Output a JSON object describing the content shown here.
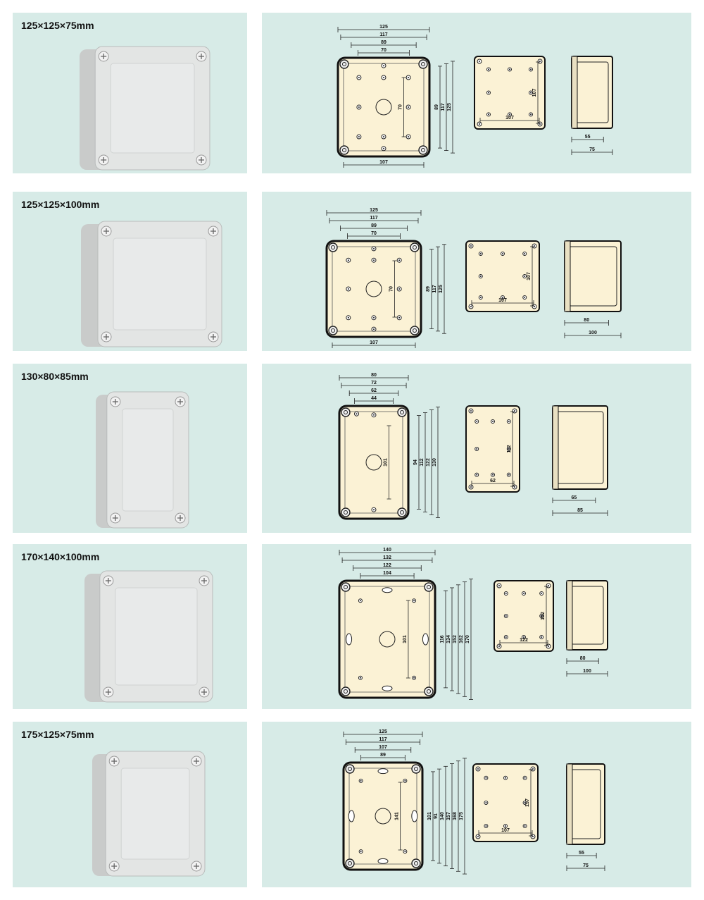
{
  "products": [
    {
      "title": "125×125×75mm",
      "box": "square",
      "front": {
        "widths": [
          "125",
          "117",
          "89",
          "70"
        ],
        "bottom": "107",
        "heights": [
          "70",
          "89",
          "117",
          "125"
        ],
        "holes": "grid9"
      },
      "back": {
        "h_label": "107",
        "v_label": "107"
      },
      "side": {
        "labels": [
          "55",
          "75"
        ],
        "size": "short"
      }
    },
    {
      "title": "125×125×100mm",
      "box": "square",
      "front": {
        "widths": [
          "125",
          "117",
          "89",
          "70"
        ],
        "bottom": "107",
        "heights": [
          "70",
          "89",
          "117",
          "125"
        ],
        "holes": "grid9"
      },
      "back": {
        "h_label": "107",
        "v_label": "107"
      },
      "side": {
        "labels": [
          "80",
          "100"
        ],
        "size": "deep"
      }
    },
    {
      "title": "130×80×85mm",
      "box": "tall",
      "front": {
        "widths": [
          "80",
          "72",
          "62",
          "44"
        ],
        "bottom": "",
        "heights": [
          "101",
          "94",
          "112",
          "122",
          "130"
        ],
        "holes": "narrow"
      },
      "back": {
        "h_label": "62",
        "v_label": "112"
      },
      "side": {
        "labels": [
          "65",
          "85"
        ],
        "size": "deep"
      }
    },
    {
      "title": "170×140×100mm",
      "box": "big",
      "front": {
        "widths": [
          "140",
          "132",
          "122",
          "104"
        ],
        "bottom": "",
        "heights": [
          "101",
          "116",
          "134",
          "152",
          "162",
          "170"
        ],
        "holes": "big"
      },
      "back": {
        "h_label": "122",
        "v_label": "152"
      },
      "side": {
        "labels": [
          "80",
          "100"
        ],
        "size": "short"
      }
    },
    {
      "title": "175×125×75mm",
      "box": "big",
      "front": {
        "widths": [
          "125",
          "117",
          "107",
          "89"
        ],
        "bottom": "",
        "heights": [
          "141",
          "101",
          "91",
          "140",
          "157",
          "168",
          "175"
        ],
        "holes": "big"
      },
      "back": {
        "h_label": "107",
        "v_label": "157"
      },
      "side": {
        "labels": [
          "55",
          "75"
        ],
        "size": "short"
      }
    }
  ]
}
